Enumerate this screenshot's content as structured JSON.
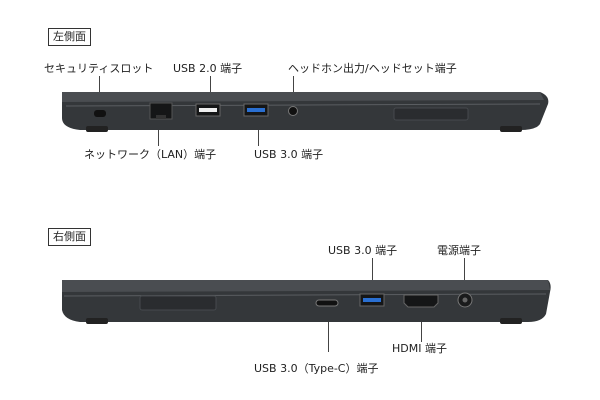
{
  "left_side": {
    "heading": "左側面",
    "labels": {
      "security_slot": "セキュリティスロット",
      "usb2": "USB 2.0 端子",
      "headphone": "ヘッドホン出力/ヘッドセット端子",
      "lan": "ネットワーク（LAN）端子",
      "usb3": "USB 3.0 端子"
    }
  },
  "right_side": {
    "heading": "右側面",
    "labels": {
      "usb3": "USB 3.0 端子",
      "power": "電源端子",
      "hdmi": "HDMI 端子",
      "usb3_typec": "USB 3.0（Type-C）端子"
    }
  },
  "colors": {
    "chassis": "#2f3235",
    "usb3_accent": "#2a6fd1"
  }
}
